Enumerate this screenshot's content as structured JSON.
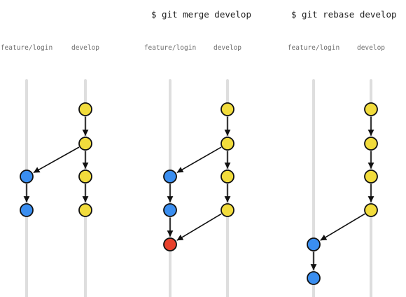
{
  "panels": [
    {
      "command": "",
      "branches": [
        {
          "label": "feature/login"
        },
        {
          "label": "develop"
        }
      ],
      "commits": [
        {
          "id": "d1",
          "branch": "develop",
          "row": 0,
          "color": "#f2dc3c"
        },
        {
          "id": "d2",
          "branch": "develop",
          "row": 1,
          "color": "#f2dc3c"
        },
        {
          "id": "d3",
          "branch": "develop",
          "row": 2,
          "color": "#f2dc3c"
        },
        {
          "id": "d4",
          "branch": "develop",
          "row": 3,
          "color": "#f2dc3c"
        },
        {
          "id": "f1",
          "branch": "feature/login",
          "row": 2,
          "color": "#3a8ef0"
        },
        {
          "id": "f2",
          "branch": "feature/login",
          "row": 3,
          "color": "#3a8ef0"
        }
      ],
      "edges": [
        [
          "d1",
          "d2"
        ],
        [
          "d2",
          "d3"
        ],
        [
          "d3",
          "d4"
        ],
        [
          "d2",
          "f1"
        ],
        [
          "f1",
          "f2"
        ]
      ]
    },
    {
      "command": "$ git merge develop",
      "branches": [
        {
          "label": "feature/login"
        },
        {
          "label": "develop"
        }
      ],
      "commits": [
        {
          "id": "d1",
          "branch": "develop",
          "row": 0,
          "color": "#f2dc3c"
        },
        {
          "id": "d2",
          "branch": "develop",
          "row": 1,
          "color": "#f2dc3c"
        },
        {
          "id": "d3",
          "branch": "develop",
          "row": 2,
          "color": "#f2dc3c"
        },
        {
          "id": "d4",
          "branch": "develop",
          "row": 3,
          "color": "#f2dc3c"
        },
        {
          "id": "f1",
          "branch": "feature/login",
          "row": 2,
          "color": "#3a8ef0"
        },
        {
          "id": "f2",
          "branch": "feature/login",
          "row": 3,
          "color": "#3a8ef0"
        },
        {
          "id": "m1",
          "branch": "feature/login",
          "row": 4,
          "color": "#e8412c"
        }
      ],
      "edges": [
        [
          "d1",
          "d2"
        ],
        [
          "d2",
          "d3"
        ],
        [
          "d3",
          "d4"
        ],
        [
          "d2",
          "f1"
        ],
        [
          "f1",
          "f2"
        ],
        [
          "f2",
          "m1"
        ],
        [
          "d4",
          "m1"
        ]
      ]
    },
    {
      "command": "$ git rebase develop",
      "branches": [
        {
          "label": "feature/login"
        },
        {
          "label": "develop"
        }
      ],
      "commits": [
        {
          "id": "d1",
          "branch": "develop",
          "row": 0,
          "color": "#f2dc3c"
        },
        {
          "id": "d2",
          "branch": "develop",
          "row": 1,
          "color": "#f2dc3c"
        },
        {
          "id": "d3",
          "branch": "develop",
          "row": 2,
          "color": "#f2dc3c"
        },
        {
          "id": "d4",
          "branch": "develop",
          "row": 3,
          "color": "#f2dc3c"
        },
        {
          "id": "f1",
          "branch": "feature/login",
          "row": 4,
          "color": "#3a8ef0"
        },
        {
          "id": "f2",
          "branch": "feature/login",
          "row": 5,
          "color": "#3a8ef0"
        }
      ],
      "edges": [
        [
          "d1",
          "d2"
        ],
        [
          "d2",
          "d3"
        ],
        [
          "d3",
          "d4"
        ],
        [
          "d4",
          "f1"
        ],
        [
          "f1",
          "f2"
        ]
      ]
    }
  ]
}
